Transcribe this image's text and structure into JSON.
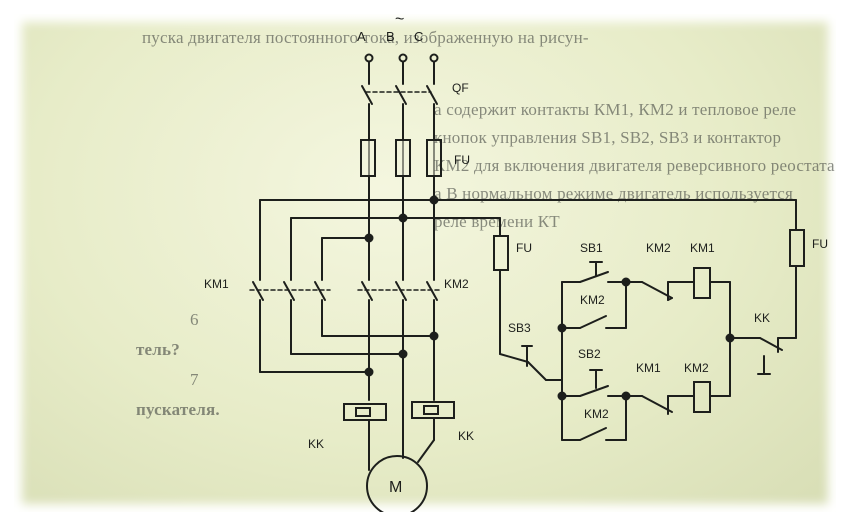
{
  "page_text": {
    "lines": [
      "пуска двигателя постоянного тока, изображенную на рисун-",
      "а содержит контакты КМ1, КМ2 и тепловое реле",
      "кнопок управления SB1, SB2, SB3 и контактор",
      "КМ2 для включения двигателя реверсивного реостата",
      "а В нормальном режиме двигатель используется",
      "реле времени КТ",
      "6",
      "тель?",
      "7",
      "пускателя."
    ]
  },
  "phase_labels": {
    "a": "A",
    "b": "B",
    "c": "C",
    "tilde": "~"
  },
  "labels": {
    "qf": "QF",
    "fu_main": "FU",
    "fu_ctrl_left": "FU",
    "fu_ctrl_right": "FU",
    "km1_power": "KM1",
    "km2_power": "KM2",
    "sb1": "SB1",
    "sb2": "SB2",
    "sb3": "SB3",
    "km2_top_header": "KM2",
    "km1_top_header": "KM1",
    "km2_hold_upper": "KM2",
    "km1_lower_header": "KM1",
    "km2_lower_header": "KM2",
    "km2_hold_lower": "KM2",
    "kk_ctrl": "KK",
    "kk_left": "KK",
    "kk_right": "KK",
    "motor": "M"
  }
}
